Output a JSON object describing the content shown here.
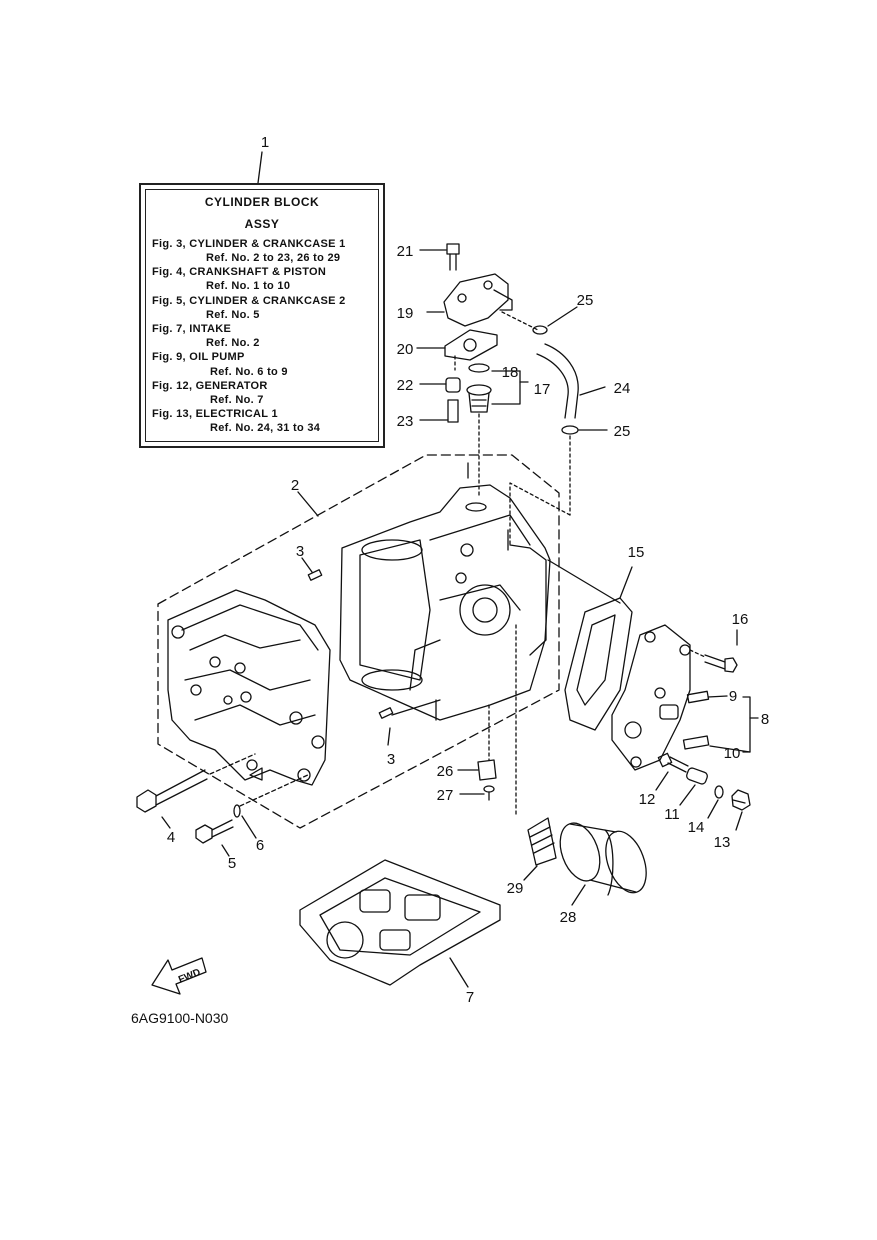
{
  "legend": {
    "title_line1": "CYLINDER BLOCK",
    "title_line2": "ASSY",
    "entries": [
      {
        "fig": "Fig. 3, CYLINDER & CRANKCASE 1",
        "ref": "Ref. No. 2 to 23, 26 to 29"
      },
      {
        "fig": "Fig. 4, CRANKSHAFT & PISTON",
        "ref": "Ref. No. 1 to 10"
      },
      {
        "fig": "Fig. 5, CYLINDER & CRANKCASE 2",
        "ref": "Ref. No. 5"
      },
      {
        "fig": "Fig. 7, INTAKE",
        "ref": "Ref. No. 2"
      },
      {
        "fig": "Fig. 9, OIL PUMP",
        "ref": "Ref. No. 6 to 9"
      },
      {
        "fig": "Fig. 12, GENERATOR",
        "ref": "Ref. No. 7"
      },
      {
        "fig": "Fig. 13, ELECTRICAL 1",
        "ref": "Ref. No. 24, 31 to 34"
      }
    ]
  },
  "callouts": [
    "1",
    "2",
    "3",
    "3",
    "4",
    "5",
    "6",
    "7",
    "8",
    "9",
    "10",
    "11",
    "12",
    "13",
    "14",
    "15",
    "16",
    "17",
    "18",
    "19",
    "20",
    "21",
    "22",
    "23",
    "24",
    "25",
    "25",
    "26",
    "27",
    "28",
    "29"
  ],
  "fwd_label": "FWD",
  "diagram_code": "6AG9100-N030"
}
